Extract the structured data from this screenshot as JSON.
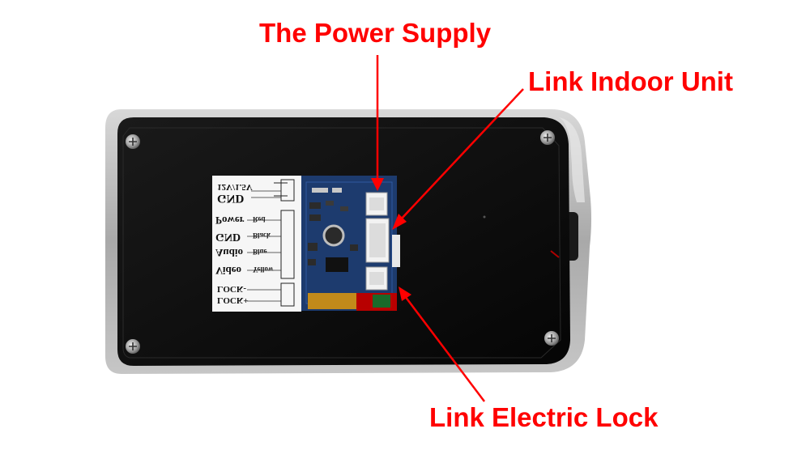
{
  "annotations": {
    "power_supply": "The Power Supply",
    "indoor_unit": "Link Indoor Unit",
    "electric_lock": "Link Electric Lock"
  },
  "sticker": {
    "row1": "12V/1.5V",
    "row2": "GND",
    "row3": "Power",
    "row3_color": "Red",
    "row4": "GND",
    "row4_color": "Black",
    "row5": "Audio",
    "row5_color": "Blue",
    "row6": "Video",
    "row6_color": "Yellow",
    "row7": "LOCK-",
    "row8": "LOCK+"
  },
  "colors": {
    "annotation": "#ff0000",
    "panel_body": "#0c0c0c",
    "frame": "#b4b4b4",
    "pcb": "#1d3b6e"
  }
}
